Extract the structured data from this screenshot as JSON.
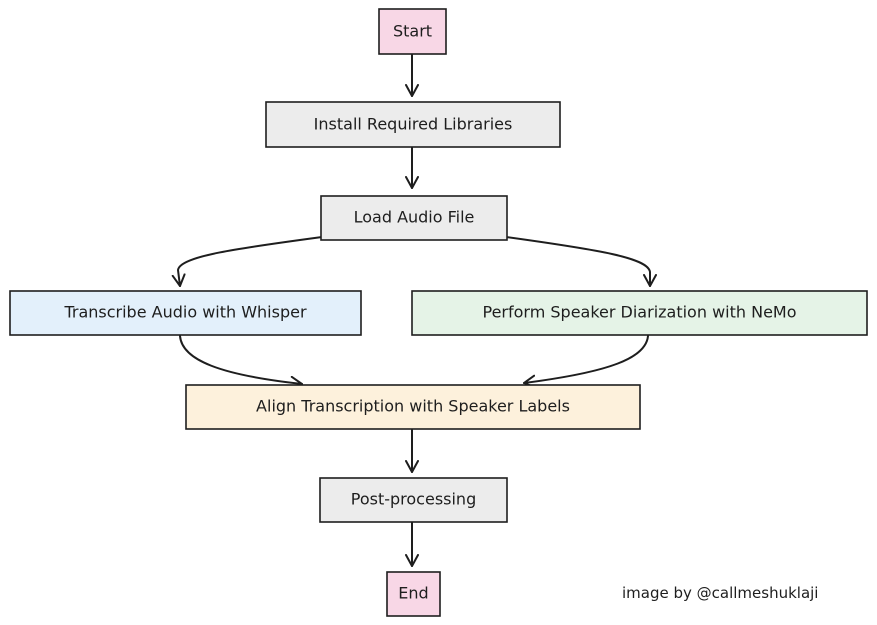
{
  "nodes": {
    "start": {
      "label": "Start",
      "fill": "#f8d7e6"
    },
    "install": {
      "label": "Install Required Libraries",
      "fill": "#ececec"
    },
    "load": {
      "label": "Load Audio File",
      "fill": "#ececec"
    },
    "transcribe": {
      "label": "Transcribe Audio with Whisper",
      "fill": "#e3f0fb"
    },
    "diarize": {
      "label": "Perform Speaker Diarization with NeMo",
      "fill": "#e5f3e7"
    },
    "align": {
      "label": "Align Transcription with Speaker Labels",
      "fill": "#fdf1dc"
    },
    "post": {
      "label": "Post-processing",
      "fill": "#ececec"
    },
    "end": {
      "label": "End",
      "fill": "#f8d7e6"
    }
  },
  "edges": [
    {
      "from": "start",
      "to": "install"
    },
    {
      "from": "install",
      "to": "load"
    },
    {
      "from": "load",
      "to": "transcribe"
    },
    {
      "from": "load",
      "to": "diarize"
    },
    {
      "from": "transcribe",
      "to": "align"
    },
    {
      "from": "diarize",
      "to": "align"
    },
    {
      "from": "align",
      "to": "post"
    },
    {
      "from": "post",
      "to": "end"
    }
  ],
  "credit": "image by @callmeshuklaji"
}
